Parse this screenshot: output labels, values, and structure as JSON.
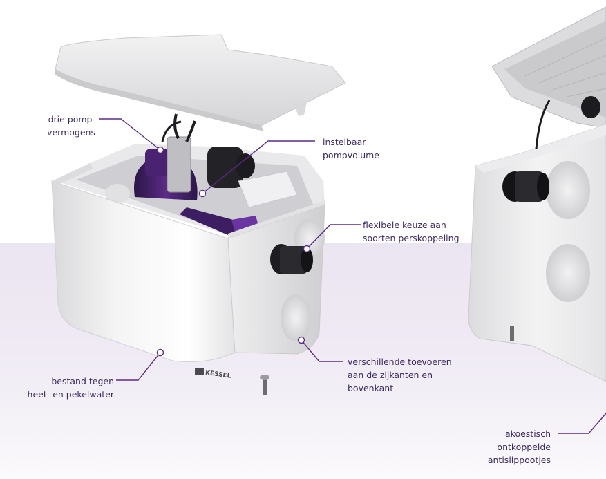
{
  "callouts": {
    "pump_power": [
      "drie pomp-",
      "vermogens"
    ],
    "pump_volume": [
      "instelbaar",
      "pompvolume"
    ],
    "discharge": [
      "flexibele keuze aan",
      "soorten perskoppeling"
    ],
    "inlets": [
      "verschillende toevoeren",
      "aan de zijkanten en",
      "bovenkant"
    ],
    "hot_water": [
      "bestand tegen",
      "heet- en pekelwater"
    ],
    "feet": [
      "akoestisch",
      "ontkoppelde",
      "antislippootjes"
    ]
  },
  "brand_logo": "KESSEL",
  "colors": {
    "accent": "#5b2a86",
    "text": "#3d2a63",
    "band": "#ece6f2"
  }
}
